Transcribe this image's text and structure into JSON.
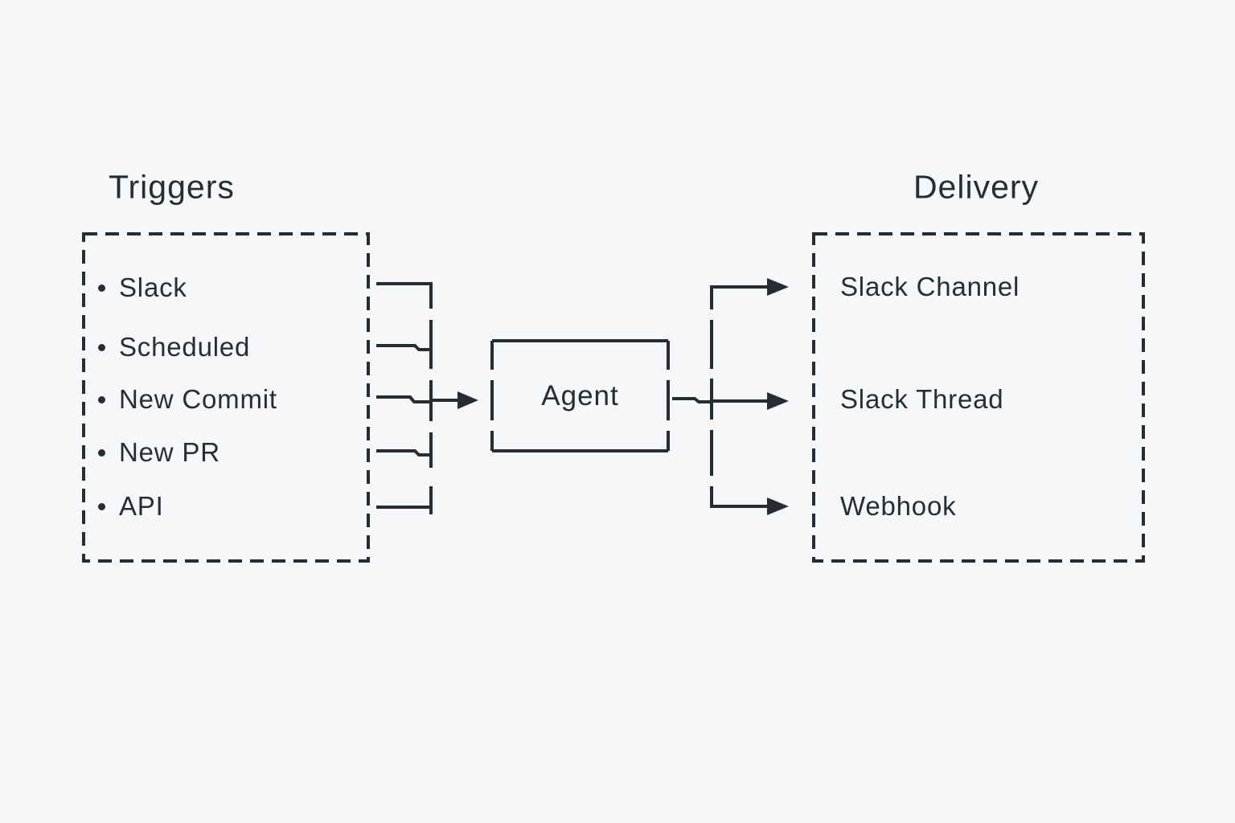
{
  "colors": {
    "background": "#f6f7f9",
    "ink": "#282d35"
  },
  "triggers": {
    "title": "Triggers",
    "items": [
      "Slack",
      "Scheduled",
      "New Commit",
      "New PR",
      "API"
    ]
  },
  "agent": {
    "label": "Agent"
  },
  "delivery": {
    "title": "Delivery",
    "items": [
      "Slack Channel",
      "Slack Thread",
      "Webhook"
    ]
  }
}
